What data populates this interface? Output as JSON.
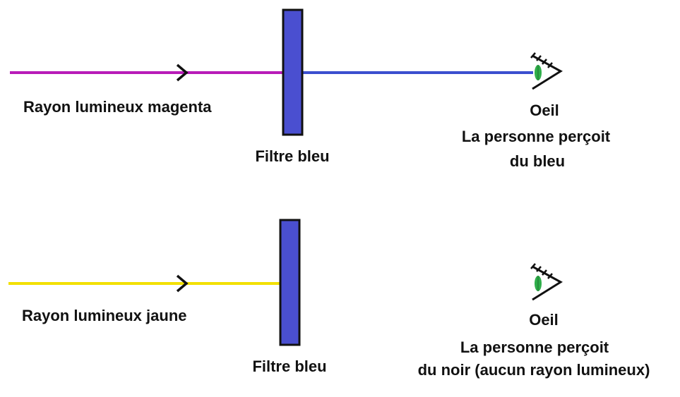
{
  "colors": {
    "magenta": "#b81cb8",
    "blue_ray": "#3b4fcf",
    "yellow": "#f2e000",
    "filter_fill": "#4a4fd0",
    "filter_border": "#111111",
    "eye_green": "#2fae4a",
    "arrow": "#111111"
  },
  "diagram_1": {
    "incoming_ray_label": "Rayon lumineux magenta",
    "filter_label": "Filtre bleu",
    "eye_label": "Oeil",
    "perception_line1": "La personne perçoit",
    "perception_line2": "du bleu"
  },
  "diagram_2": {
    "incoming_ray_label": "Rayon lumineux  jaune",
    "filter_label": "Filtre bleu",
    "eye_label": "Oeil",
    "perception_line1": "La personne perçoit",
    "perception_line2": "du noir (aucun rayon lumineux)"
  }
}
